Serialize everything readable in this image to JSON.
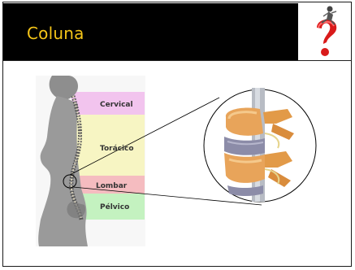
{
  "slide": {
    "title": "Coluna"
  },
  "colors": {
    "header_bg": "#000000",
    "title": "#f5c518",
    "cervical": "#f2c4ee",
    "toracico": "#f7f5c3",
    "lombar": "#f5bcc0",
    "pelvico": "#c4f2c0"
  },
  "regions": [
    {
      "label": "Cervical"
    },
    {
      "label": "Torácico"
    },
    {
      "label": "Lombar"
    },
    {
      "label": "Pélvico"
    }
  ],
  "icons": {
    "logo": "question-mark-figure-icon",
    "body": "body-silhouette-icon",
    "vertebra": "vertebra-closeup-icon"
  }
}
